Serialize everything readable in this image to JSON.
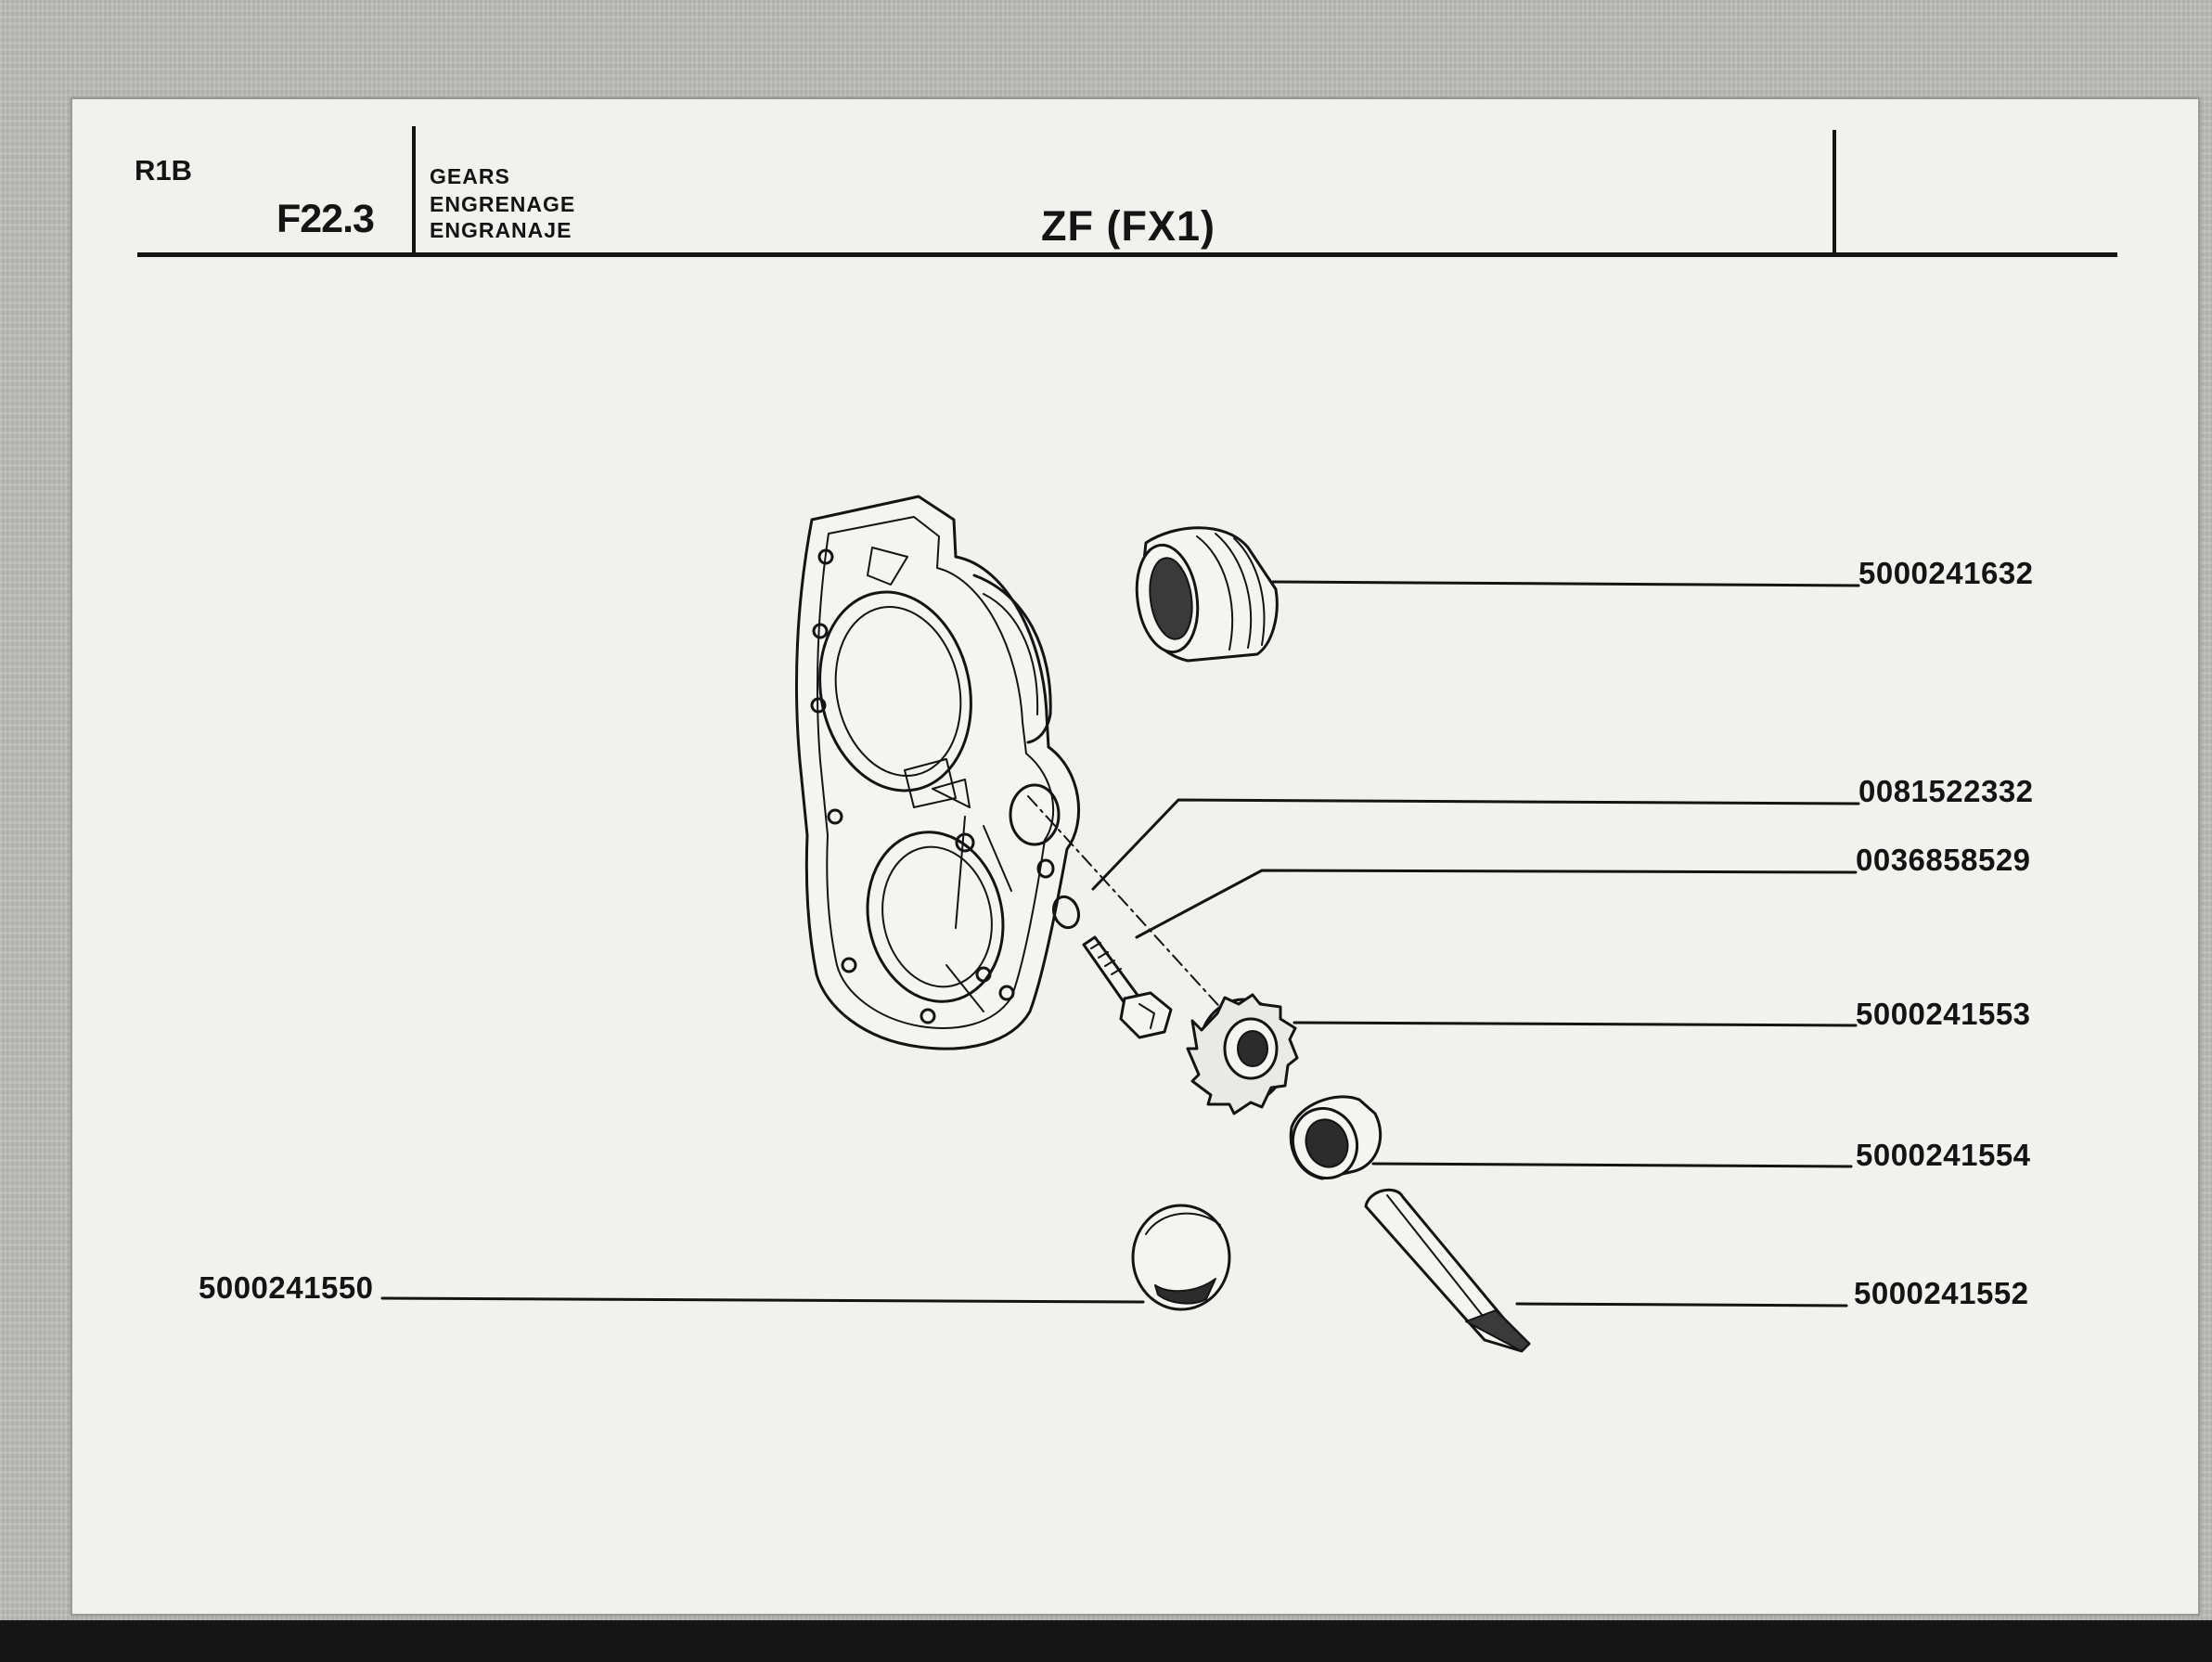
{
  "header": {
    "sheet_code": "R1B",
    "section_ref": "F22.3",
    "title_en": "GEARS",
    "title_fr": "ENGRENAGE",
    "title_es": "ENGRANAJE",
    "model": "ZF (FX1)"
  },
  "parts": [
    {
      "number": "5000241632",
      "item": "threaded-bushing"
    },
    {
      "number": "0081522332",
      "item": "washer"
    },
    {
      "number": "0036858529",
      "item": "bolt"
    },
    {
      "number": "5000241553",
      "item": "speedometer-gear"
    },
    {
      "number": "5000241554",
      "item": "bearing-bush"
    },
    {
      "number": "5000241552",
      "item": "drive-shaft"
    },
    {
      "number": "5000241550",
      "item": "plug-cap"
    }
  ],
  "colors": {
    "ink": "#141414",
    "paper": "#f1f1ee",
    "background": "#bcbdb9"
  }
}
